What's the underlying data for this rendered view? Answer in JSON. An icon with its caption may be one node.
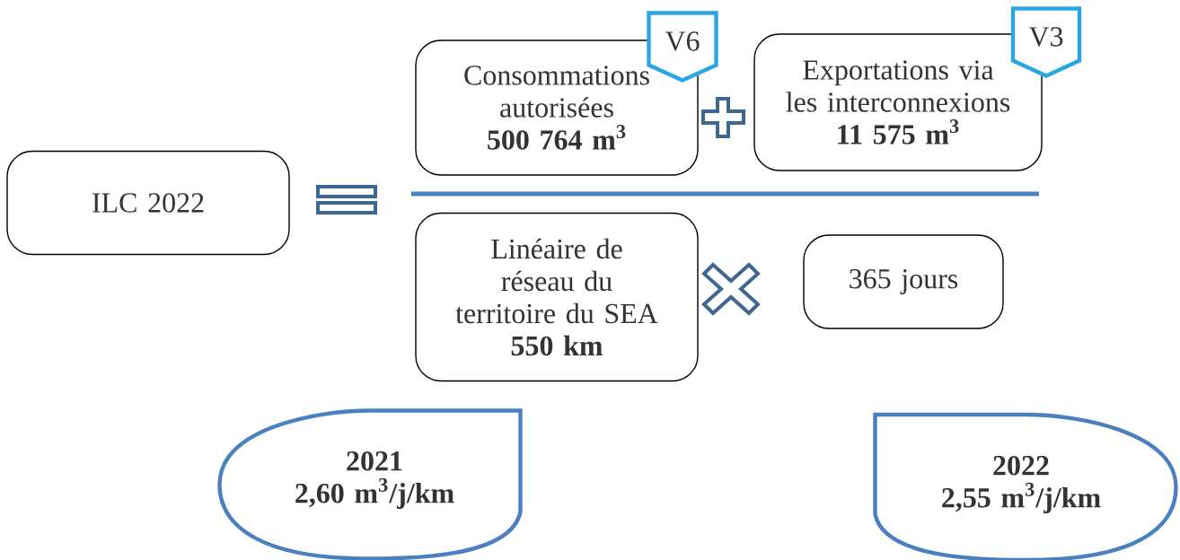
{
  "diagram": {
    "nodes": [
      {
        "text": [
          "ILC 2022"
        ]
      },
      {
        "text": [
          "Consommations autorisées",
          "500 764 m$^{3}$"
        ]
      },
      {
        "text": [
          "V6"
        ]
      },
      {
        "text": [
          "Exportations via les interconnexions",
          "11 575 m$^{3}$"
        ]
      },
      {
        "text": [
          "V3"
        ]
      },
      {
        "text": [
          "Linéaire de réseau du territoire du SEA",
          "550 km"
        ]
      },
      {
        "text": [
          "365 jours"
        ]
      },
      {
        "text": [
          "2021",
          "2,60 m$^{3}$/j/km"
        ]
      },
      {
        "text": [
          "2022",
          "2,55 m$^{3}$/j/km"
        ]
      }
    ]
  }
}
